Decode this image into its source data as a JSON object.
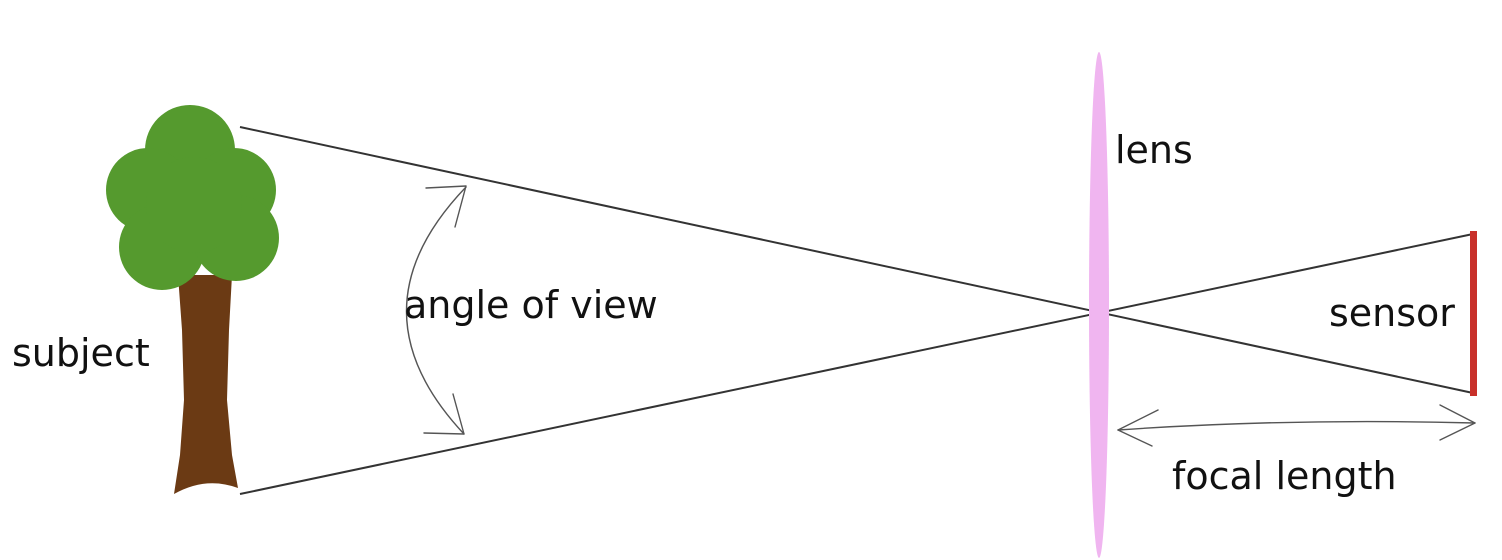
{
  "labels": {
    "subject": "subject",
    "angle_of_view": "angle of view",
    "lens": "lens",
    "sensor": "sensor",
    "focal_length": "focal length"
  },
  "colors": {
    "foliage": "#559A2E",
    "trunk": "#6B3A14",
    "lens": "#F0B5F0",
    "sensor": "#C8302A",
    "rays": "#333333"
  }
}
